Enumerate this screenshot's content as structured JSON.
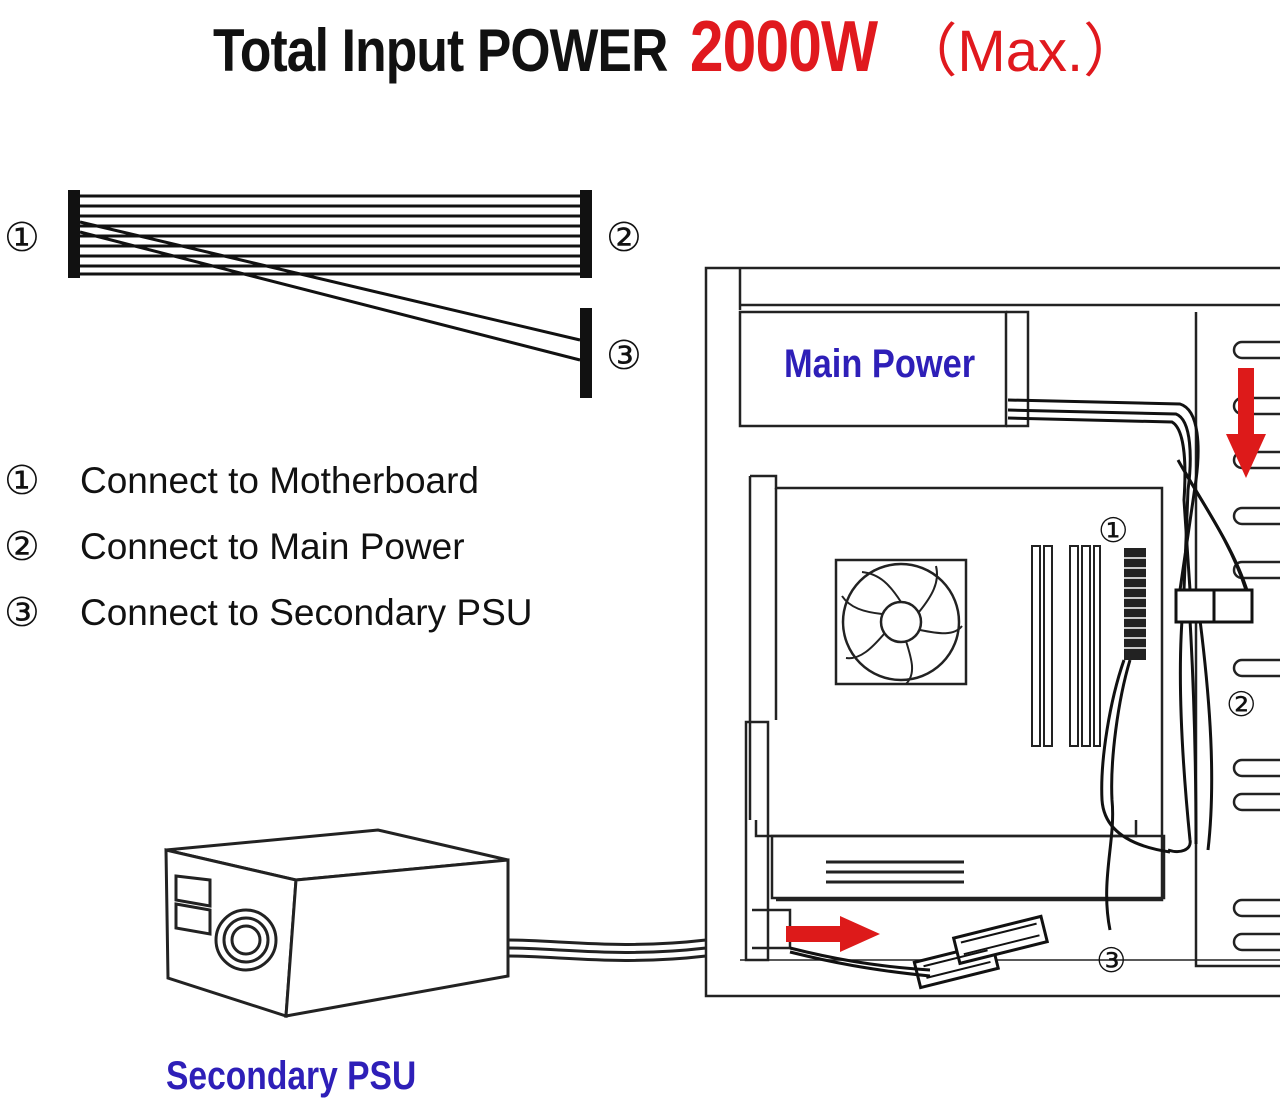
{
  "title": {
    "part1": "Total Input POWER",
    "part2": "2000W",
    "part3": "（Max.）"
  },
  "cable_callouts": {
    "c1": "①",
    "c2": "②",
    "c3": "③"
  },
  "legend": [
    {
      "num": "①",
      "text": "Connect to Motherboard"
    },
    {
      "num": "②",
      "text": "Connect to Main Power"
    },
    {
      "num": "③",
      "text": "Connect to Secondary PSU"
    }
  ],
  "case_callouts": {
    "c1": "①",
    "c2": "②",
    "c3": "③"
  },
  "labels": {
    "main_power": "Main Power",
    "secondary_psu": "Secondary PSU"
  },
  "colors": {
    "title_red": "#e0191e",
    "label_blue": "#2e1fb8",
    "arrow_red": "#dd1a1a"
  }
}
